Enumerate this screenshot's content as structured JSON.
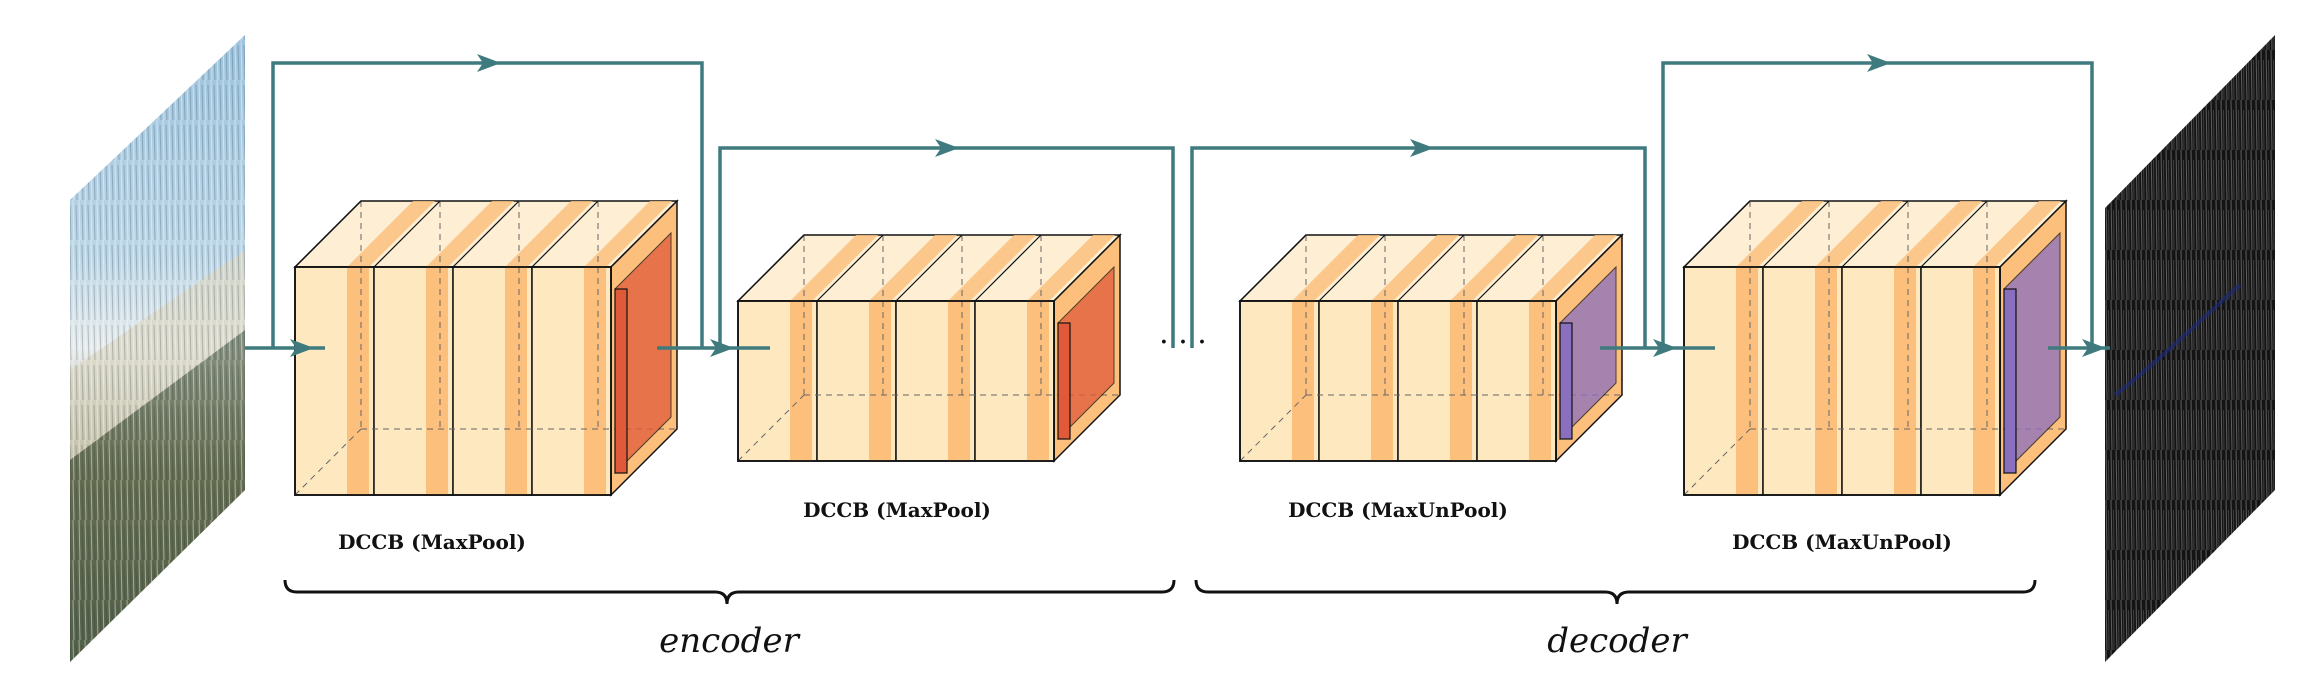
{
  "colors": {
    "block_fill": "#fde8c0",
    "block_stripe": "#fcc07c",
    "block_top": "#feefd4",
    "block_edge": "#111111",
    "pool": "#e05a3a",
    "unpool": "#8a6fbf",
    "arrow": "#3f7b7e",
    "brace": "#111111"
  },
  "icons": {
    "input_image": "rain-streaked-scene-image",
    "output_image": "dark-rain-streak-image"
  },
  "blocks": [
    {
      "label": "DCCB (MaxPool)",
      "kind": "pool"
    },
    {
      "label": "DCCB (MaxPool)",
      "kind": "pool"
    },
    {
      "label": "DCCB (MaxUnPool)",
      "kind": "unpool"
    },
    {
      "label": "DCCB (MaxUnPool)",
      "kind": "unpool"
    }
  ],
  "ellipsis": "· · ·",
  "sections": {
    "encoder": "encoder",
    "decoder": "decoder"
  }
}
